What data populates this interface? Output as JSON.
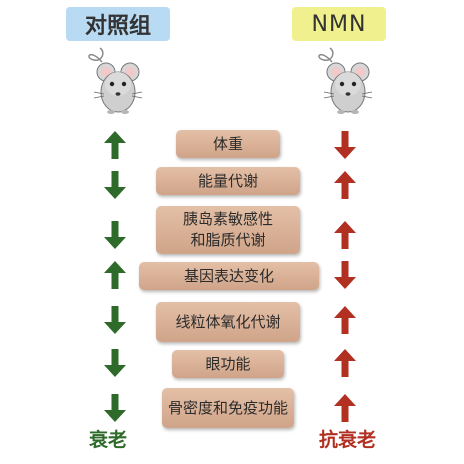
{
  "header": {
    "control_label": "对照组",
    "nmn_label": "NMN",
    "control_color": "#b8daf3",
    "nmn_color": "#f0f18e"
  },
  "metrics": [
    {
      "label": "体重",
      "control": "up",
      "nmn": "down"
    },
    {
      "label": "能量代谢",
      "control": "down",
      "nmn": "up"
    },
    {
      "label_lines": [
        "胰岛素敏感性",
        "和脂质代谢"
      ],
      "control": "down",
      "nmn": "up"
    },
    {
      "label": "基因表达变化",
      "control": "up",
      "nmn": "down"
    },
    {
      "label": "线粒体氧化代谢",
      "control": "down",
      "nmn": "up"
    },
    {
      "label": "眼功能",
      "control": "down",
      "nmn": "up"
    },
    {
      "label": "骨密度和免疫功能",
      "control": "down",
      "nmn": "up"
    }
  ],
  "footer": {
    "control_result": "衰老",
    "nmn_result": "抗衰老"
  },
  "colors": {
    "control_arrow": "#2e6b2a",
    "nmn_arrow": "#b23022",
    "plank": "#d9b096"
  },
  "icons": {
    "mouse": "mouse-icon",
    "up": "arrow-up-icon",
    "down": "arrow-down-icon"
  }
}
